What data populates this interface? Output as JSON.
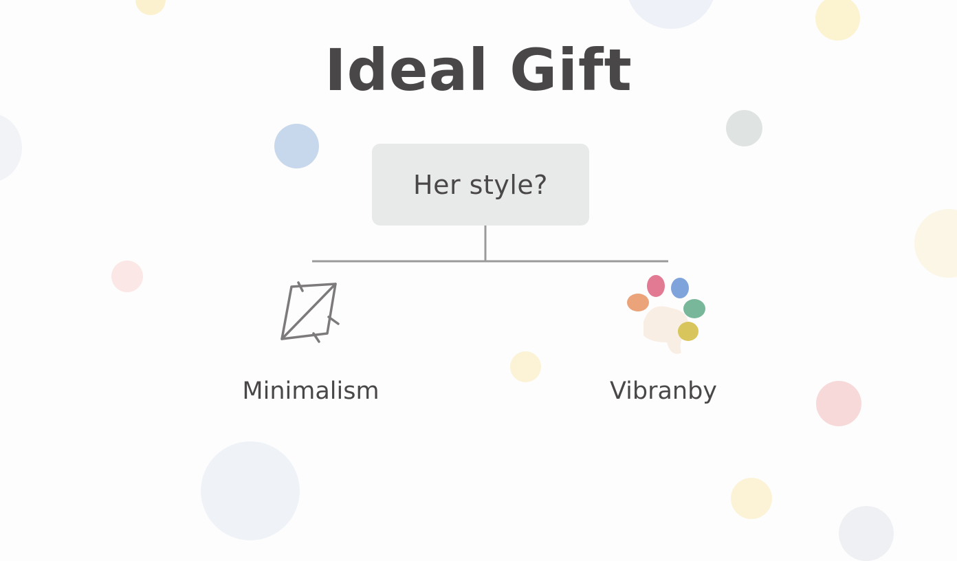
{
  "title": "Ideal Gift",
  "question": "Her style?",
  "options": [
    {
      "label": "Minimalism",
      "icon": "minimal-line-icon"
    },
    {
      "label": "Vibranby",
      "icon": "paint-palette-icon"
    }
  ],
  "colors": {
    "text": "#4a4749",
    "box": "#e7eae9",
    "line": "#9a9a9a",
    "palette": [
      "#e27a94",
      "#7fa3db",
      "#79b79a",
      "#d8c65c",
      "#eba37a"
    ]
  }
}
